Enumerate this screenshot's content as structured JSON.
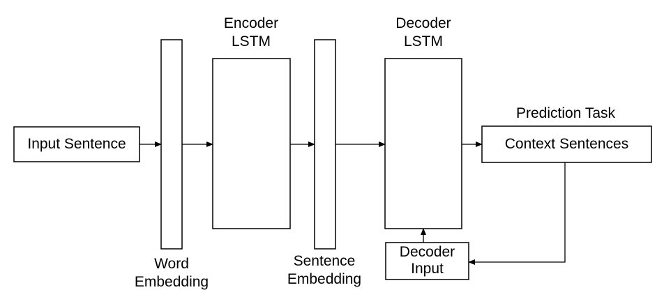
{
  "diagram": {
    "nodes": {
      "input_sentence": {
        "label": "Input Sentence"
      },
      "word_embedding": {
        "label_line1": "Word",
        "label_line2": "Embedding"
      },
      "encoder_lstm": {
        "label_line1": "Encoder",
        "label_line2": "LSTM"
      },
      "sentence_embedding": {
        "label_line1": "Sentence",
        "label_line2": "Embedding"
      },
      "decoder_lstm": {
        "label_line1": "Decoder",
        "label_line2": "LSTM"
      },
      "prediction_task": {
        "label": "Prediction Task"
      },
      "context_sentences": {
        "label": "Context Sentences"
      },
      "decoder_input": {
        "label_line1": "Decoder",
        "label_line2": "Input"
      }
    },
    "edges": [
      {
        "from": "input_sentence",
        "to": "word_embedding"
      },
      {
        "from": "word_embedding",
        "to": "encoder_lstm"
      },
      {
        "from": "encoder_lstm",
        "to": "sentence_embedding"
      },
      {
        "from": "sentence_embedding",
        "to": "decoder_lstm"
      },
      {
        "from": "decoder_lstm",
        "to": "context_sentences"
      },
      {
        "from": "context_sentences",
        "to": "decoder_input"
      },
      {
        "from": "decoder_input",
        "to": "decoder_lstm"
      }
    ],
    "colors": {
      "stroke": "#000000",
      "fill": "#ffffff"
    }
  }
}
